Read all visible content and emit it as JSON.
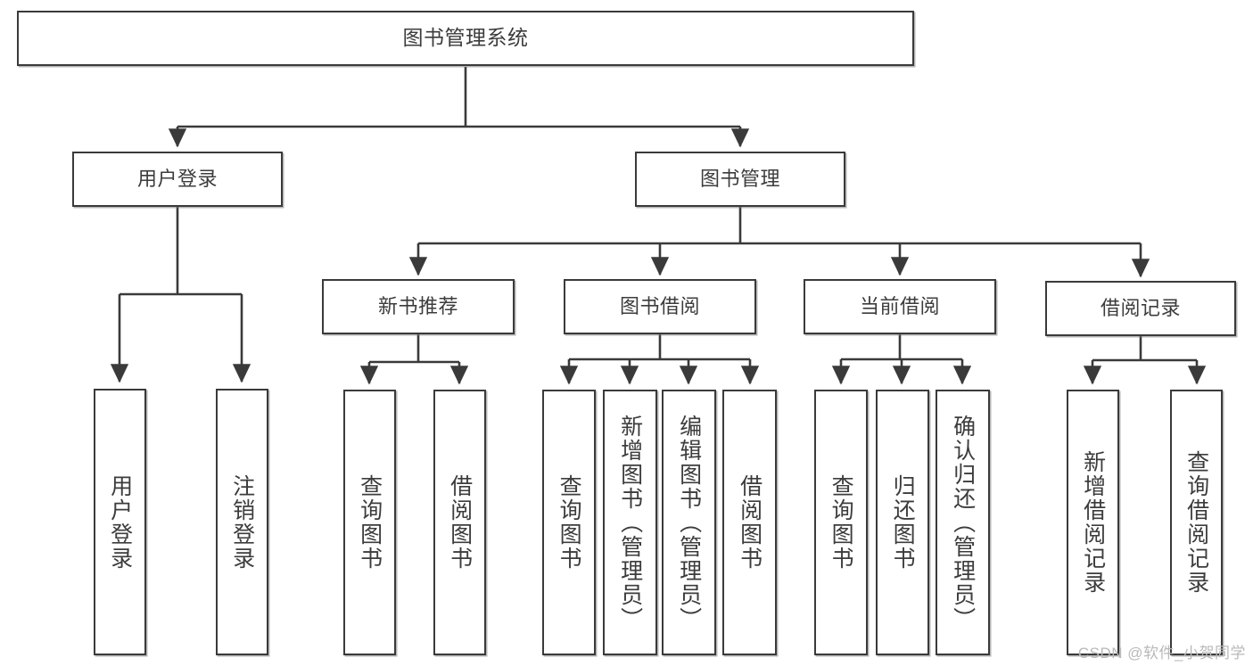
{
  "diagram": {
    "type": "hierarchy-tree",
    "title": "图书管理系统",
    "watermark": "CSDN @软件_小贺同学",
    "colors": {
      "box_border": "#3a3a3a",
      "box_fill": "#ffffff",
      "connector": "#3a3a3a",
      "text": "#3c3c3c",
      "watermark": "#b9b9b9"
    },
    "levels": {
      "level1": [
        "图书管理系统"
      ],
      "level2": [
        "用户登录",
        "图书管理"
      ],
      "level3": [
        "新书推荐",
        "图书借阅",
        "当前借阅",
        "借阅记录"
      ],
      "level4": [
        "用户登录",
        "注销登录",
        "查询图书",
        "借阅图书",
        "查询图书",
        "新增图书（管理员）",
        "编辑图书（管理员）",
        "借阅图书",
        "查询图书",
        "归还图书",
        "确认归还（管理员）",
        "新增借阅记录",
        "查询借阅记录"
      ]
    },
    "nodes": {
      "root": {
        "label": "图书管理系统"
      },
      "user_login": {
        "label": "用户登录"
      },
      "book_mgmt": {
        "label": "图书管理"
      },
      "new_book_rec": {
        "label": "新书推荐"
      },
      "book_borrow": {
        "label": "图书借阅"
      },
      "current_borrow": {
        "label": "当前借阅"
      },
      "borrow_record": {
        "label": "借阅记录"
      },
      "leaf_user_login": {
        "label": "用户登录"
      },
      "leaf_logout": {
        "label": "注销登录"
      },
      "leaf_query_book_1": {
        "label": "查询图书"
      },
      "leaf_borrow_book_1": {
        "label": "借阅图书"
      },
      "leaf_query_book_2": {
        "label": "查询图书"
      },
      "leaf_add_book_admin": {
        "label": "新增图书（管理员）"
      },
      "leaf_edit_book_admin": {
        "label": "编辑图书（管理员）"
      },
      "leaf_borrow_book_2": {
        "label": "借阅图书"
      },
      "leaf_query_book_3": {
        "label": "查询图书"
      },
      "leaf_return_book": {
        "label": "归还图书"
      },
      "leaf_confirm_return_admin": {
        "label": "确认归还（管理员）"
      },
      "leaf_add_record": {
        "label": "新增借阅记录"
      },
      "leaf_query_record": {
        "label": "查询借阅记录"
      }
    },
    "edges": [
      {
        "from": "root",
        "to": "user_login"
      },
      {
        "from": "root",
        "to": "book_mgmt"
      },
      {
        "from": "user_login",
        "to": "leaf_user_login"
      },
      {
        "from": "user_login",
        "to": "leaf_logout"
      },
      {
        "from": "book_mgmt",
        "to": "new_book_rec"
      },
      {
        "from": "book_mgmt",
        "to": "book_borrow"
      },
      {
        "from": "book_mgmt",
        "to": "current_borrow"
      },
      {
        "from": "book_mgmt",
        "to": "borrow_record"
      },
      {
        "from": "new_book_rec",
        "to": "leaf_query_book_1"
      },
      {
        "from": "new_book_rec",
        "to": "leaf_borrow_book_1"
      },
      {
        "from": "book_borrow",
        "to": "leaf_query_book_2"
      },
      {
        "from": "book_borrow",
        "to": "leaf_add_book_admin"
      },
      {
        "from": "book_borrow",
        "to": "leaf_edit_book_admin"
      },
      {
        "from": "book_borrow",
        "to": "leaf_borrow_book_2"
      },
      {
        "from": "current_borrow",
        "to": "leaf_query_book_3"
      },
      {
        "from": "current_borrow",
        "to": "leaf_return_book"
      },
      {
        "from": "current_borrow",
        "to": "leaf_confirm_return_admin"
      },
      {
        "from": "borrow_record",
        "to": "leaf_add_record"
      },
      {
        "from": "borrow_record",
        "to": "leaf_query_record"
      }
    ]
  }
}
